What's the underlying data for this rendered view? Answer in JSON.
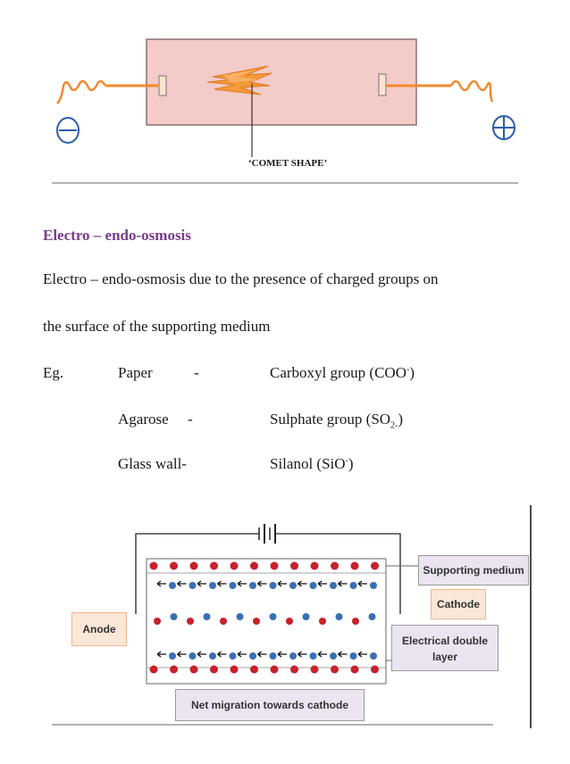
{
  "top_figure": {
    "label": "‘COMET SHAPE’",
    "negative_terminal_icon": "minus-circle-icon",
    "positive_terminal_icon": "plus-circle-icon",
    "colors": {
      "tube": "#f2c9c6",
      "wire": "#f08a2e",
      "comet": "#f39a3a",
      "terminal": "#2a5da8"
    }
  },
  "section": {
    "heading": "Electro – endo-osmosis",
    "paragraph_line1": "Electro – endo-osmosis due to the presence of charged groups on",
    "paragraph_line2": "the surface of the supporting medium"
  },
  "examples": {
    "eg_label": "Eg.",
    "rows": [
      {
        "medium": "Paper",
        "dash": "-",
        "group_text": "Carboxyl group (COO",
        "sup": "-",
        "sub": "",
        "close": ")"
      },
      {
        "medium": "Agarose",
        "dash": "-",
        "group_text": "Sulphate group (SO",
        "sup": "",
        "sub": "2-",
        "close": ")"
      },
      {
        "medium": "Glass wall-",
        "dash": "",
        "group_text": "Silanol (SiO",
        "sup": "-",
        "sub": "",
        "close": ")"
      }
    ]
  },
  "bottom_figure": {
    "labels": {
      "supporting_medium": "Supporting medium",
      "cathode": "Cathode",
      "anode": "Anode",
      "double_layer_line1": "Electrical double",
      "double_layer_line2": "layer",
      "net_migration": "Net migration towards cathode"
    },
    "colors": {
      "red_ion": "#c7212b",
      "blue_ion": "#3a6fb3",
      "label_orange_bg": "#fbe7d7",
      "label_purple_bg": "#ece4f0"
    }
  }
}
